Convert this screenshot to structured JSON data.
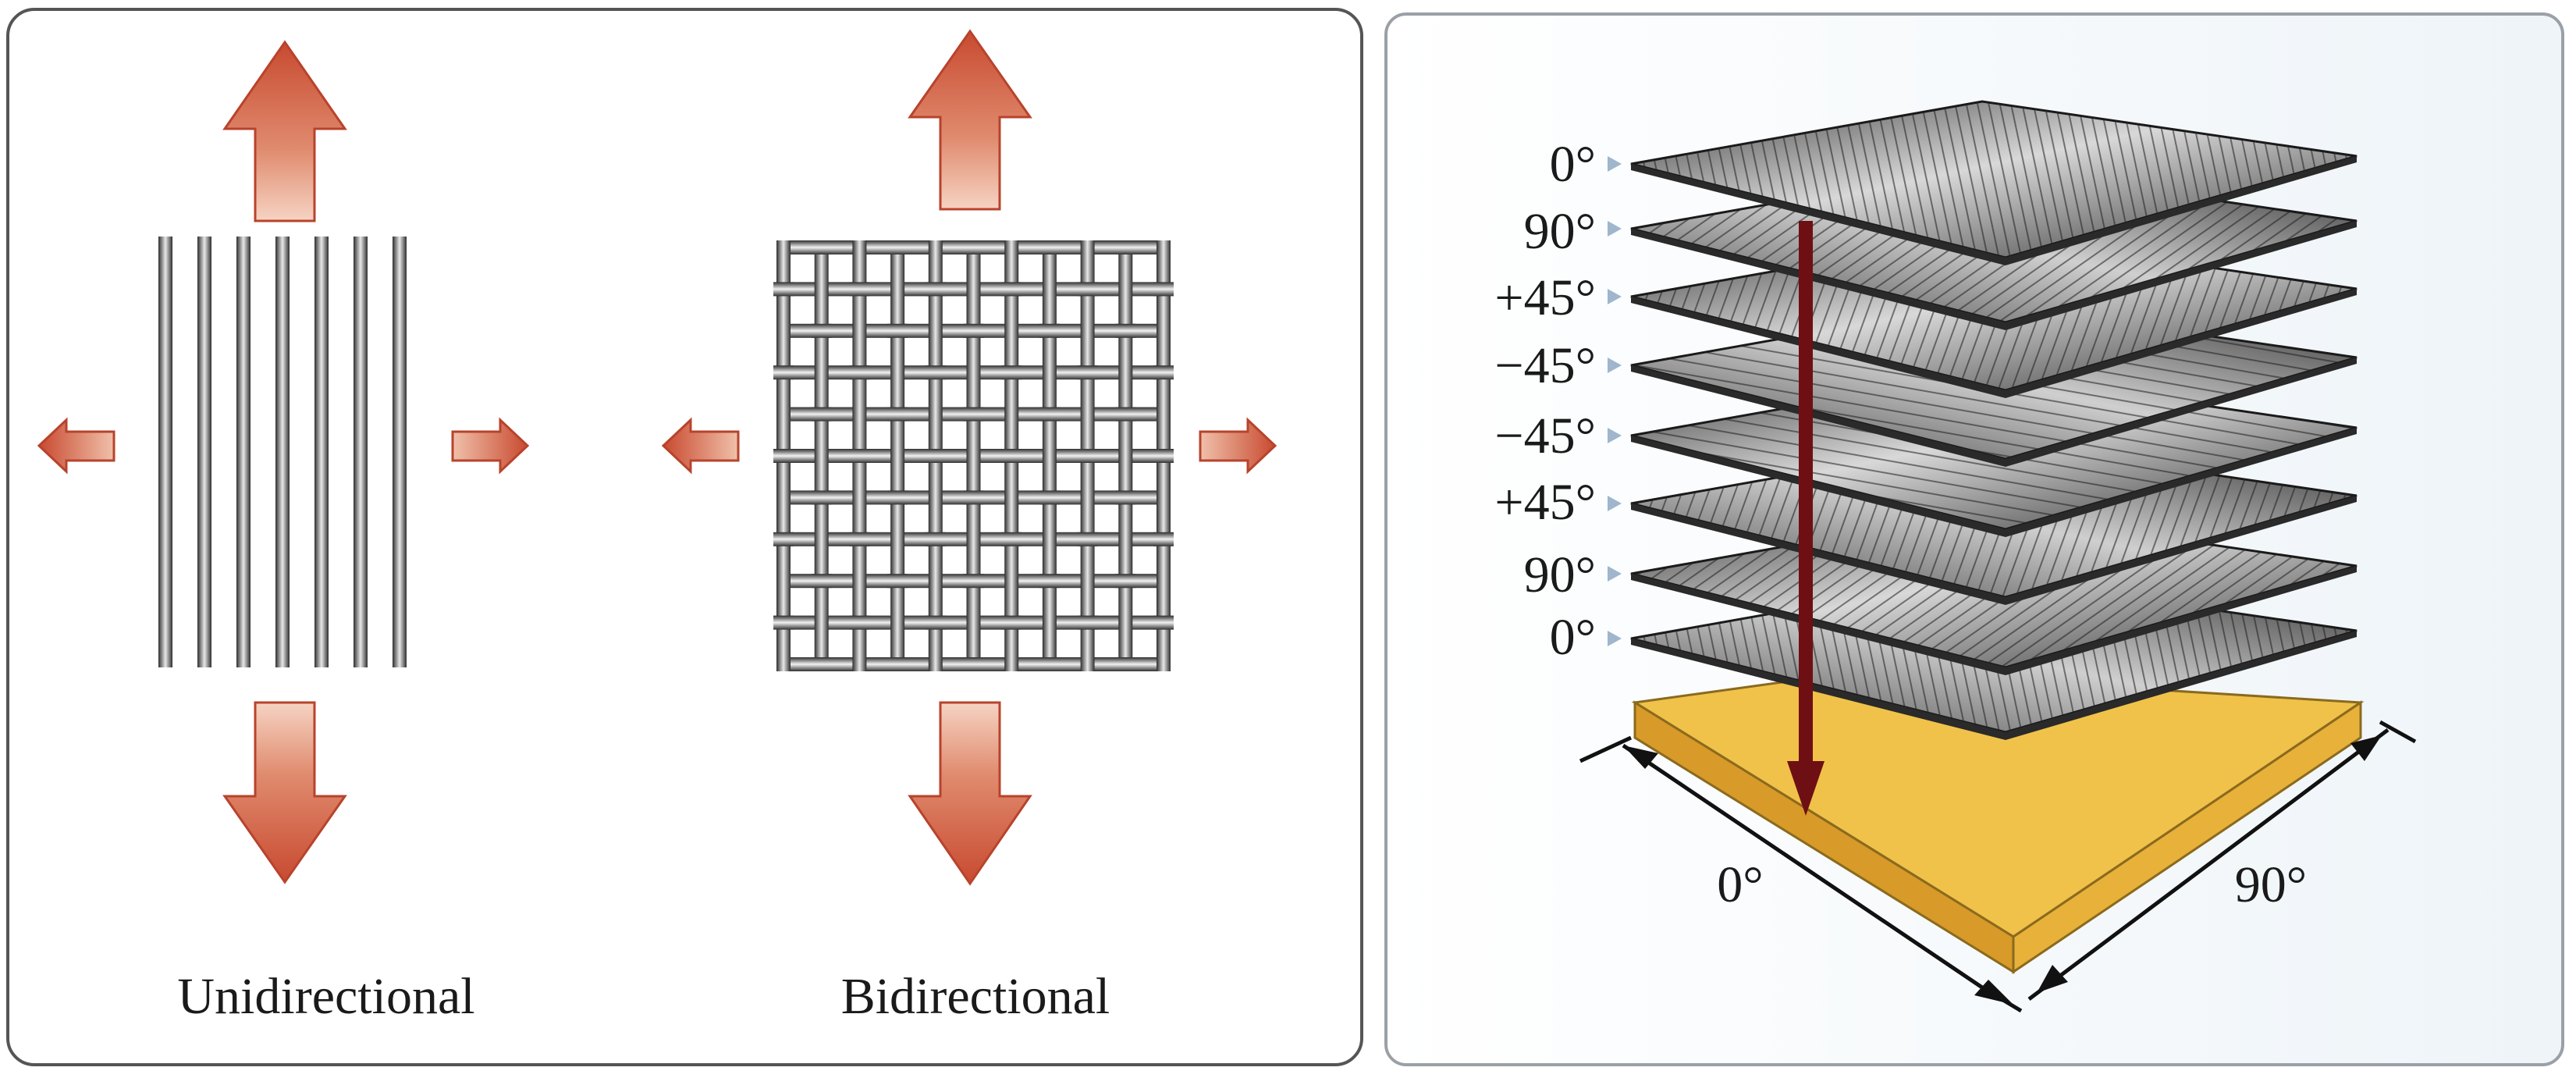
{
  "left_panel": {
    "unidirectional_label": "Unidirectional",
    "bidirectional_label": "Bidirectional"
  },
  "right_panel": {
    "ply_angles": [
      "0°",
      "90°",
      "+45°",
      "−45°",
      "−45°",
      "+45°",
      "90°",
      "0°"
    ],
    "base_axis_x_label": "0°",
    "base_axis_y_label": "90°"
  },
  "colors": {
    "arrow_fill": "#cf5a3e",
    "arrow_light": "#f4c2ac",
    "fiber_dark": "#333333",
    "base_top": "#f0c24a",
    "base_side": "#d89a28",
    "stack_arrow": "#6e0f14"
  }
}
